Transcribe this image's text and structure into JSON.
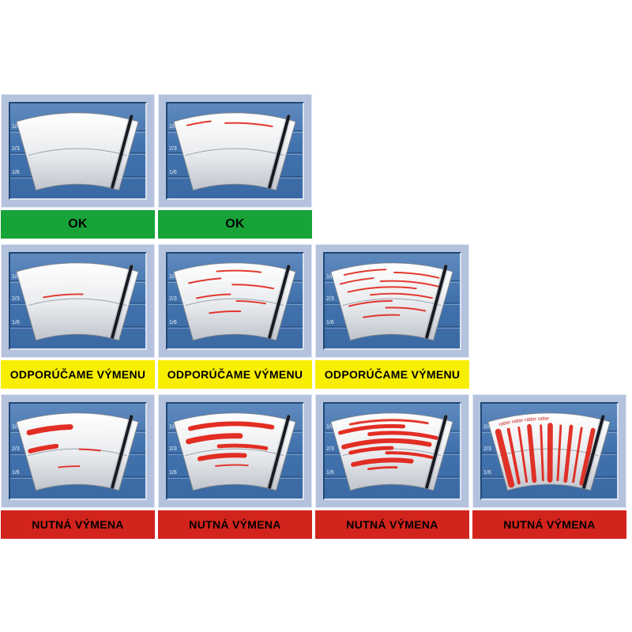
{
  "scale_marks": [
    "1/6",
    "2/3",
    "1/6"
  ],
  "colors": {
    "status_ok_bg": "#17a338",
    "status_warn_bg": "#f8ee00",
    "status_danger_bg": "#d2231c",
    "frame": "#b5c2dd",
    "panel_blue": "#4273ae",
    "streak_red": "#e02318"
  },
  "rows": [
    {
      "status": "ok",
      "cells": [
        {
          "label": "OK",
          "marks": []
        },
        {
          "label": "OK",
          "marks": [
            {
              "type": "arc",
              "y": 0.04,
              "x1": 0.1,
              "x2": 0.3,
              "w": 2
            },
            {
              "type": "arc",
              "y": 0.09,
              "x1": 0.42,
              "x2": 0.82,
              "w": 2
            }
          ]
        }
      ]
    },
    {
      "status": "warn",
      "cells": [
        {
          "label": "ODPORÚČAME VÝMENU",
          "marks": [
            {
              "type": "arc",
              "y": 0.44,
              "x1": 0.18,
              "x2": 0.55,
              "w": 2
            }
          ]
        },
        {
          "label": "ODPORÚČAME VÝMENU",
          "marks": [
            {
              "type": "arc",
              "y": 0.05,
              "x1": 0.35,
              "x2": 0.72,
              "w": 2
            },
            {
              "type": "arc",
              "y": 0.17,
              "x1": 0.1,
              "x2": 0.38,
              "w": 2
            },
            {
              "type": "arc",
              "y": 0.28,
              "x1": 0.48,
              "x2": 0.85,
              "w": 2
            },
            {
              "type": "arc",
              "y": 0.44,
              "x1": 0.14,
              "x2": 0.46,
              "w": 2
            },
            {
              "type": "arc",
              "y": 0.55,
              "x1": 0.52,
              "x2": 0.8,
              "w": 2
            },
            {
              "type": "arc",
              "y": 0.72,
              "x1": 0.24,
              "x2": 0.56,
              "w": 2
            }
          ]
        },
        {
          "label": "ODPORÚČAME VÝMENU",
          "marks": [
            {
              "type": "arc",
              "y": 0.03,
              "x1": 0.1,
              "x2": 0.45,
              "w": 2
            },
            {
              "type": "arc",
              "y": 0.08,
              "x1": 0.52,
              "x2": 0.9,
              "w": 2
            },
            {
              "type": "arc",
              "y": 0.16,
              "x1": 0.05,
              "x2": 0.34,
              "w": 2
            },
            {
              "type": "arc",
              "y": 0.22,
              "x1": 0.4,
              "x2": 0.93,
              "w": 2
            },
            {
              "type": "arc",
              "y": 0.32,
              "x1": 0.1,
              "x2": 0.72,
              "w": 2
            },
            {
              "type": "arc",
              "y": 0.43,
              "x1": 0.3,
              "x2": 0.88,
              "w": 2
            },
            {
              "type": "arc",
              "y": 0.55,
              "x1": 0.08,
              "x2": 0.5,
              "w": 2
            },
            {
              "type": "arc",
              "y": 0.66,
              "x1": 0.44,
              "x2": 0.84,
              "w": 2
            },
            {
              "type": "arc",
              "y": 0.78,
              "x1": 0.2,
              "x2": 0.58,
              "w": 2
            }
          ]
        }
      ]
    },
    {
      "status": "danger",
      "cells": [
        {
          "label": "NUTNÁ VÝMENA",
          "marks": [
            {
              "type": "smear",
              "y": 0.15,
              "x1": 0.08,
              "x2": 0.44,
              "w": 7
            },
            {
              "type": "smear",
              "y": 0.45,
              "x1": 0.05,
              "x2": 0.3,
              "w": 6
            },
            {
              "type": "arc",
              "y": 0.52,
              "x1": 0.52,
              "x2": 0.72,
              "w": 2
            },
            {
              "type": "arc",
              "y": 0.8,
              "x1": 0.3,
              "x2": 0.52,
              "w": 2
            }
          ]
        },
        {
          "label": "NUTNÁ VÝMENA",
          "marks": [
            {
              "type": "smear",
              "y": 0.1,
              "x1": 0.12,
              "x2": 0.82,
              "w": 6
            },
            {
              "type": "smear",
              "y": 0.3,
              "x1": 0.08,
              "x2": 0.55,
              "w": 7
            },
            {
              "type": "smear",
              "y": 0.46,
              "x1": 0.35,
              "x2": 0.8,
              "w": 5
            },
            {
              "type": "smear",
              "y": 0.62,
              "x1": 0.15,
              "x2": 0.6,
              "w": 6
            },
            {
              "type": "arc",
              "y": 0.78,
              "x1": 0.3,
              "x2": 0.64,
              "w": 2
            }
          ]
        },
        {
          "label": "NUTNÁ VÝMENA",
          "marks": [
            {
              "type": "arc",
              "y": 0.04,
              "x1": 0.15,
              "x2": 0.8,
              "w": 3
            },
            {
              "type": "smear",
              "y": 0.14,
              "x1": 0.05,
              "x2": 0.6,
              "w": 5
            },
            {
              "type": "smear",
              "y": 0.25,
              "x1": 0.3,
              "x2": 0.9,
              "w": 5
            },
            {
              "type": "smear",
              "y": 0.38,
              "x1": 0.05,
              "x2": 0.85,
              "w": 6
            },
            {
              "type": "smear",
              "y": 0.5,
              "x1": 0.1,
              "x2": 0.5,
              "w": 5
            },
            {
              "type": "smear",
              "y": 0.58,
              "x1": 0.45,
              "x2": 0.9,
              "w": 4
            },
            {
              "type": "smear",
              "y": 0.7,
              "x1": 0.1,
              "x2": 0.7,
              "w": 6
            },
            {
              "type": "arc",
              "y": 0.82,
              "x1": 0.25,
              "x2": 0.55,
              "w": 3
            }
          ]
        },
        {
          "label": "NUTNÁ VÝMENA",
          "top_text": "ratter ratter ratter ratter",
          "marks": [
            {
              "type": "vband",
              "x": 0.06,
              "w": 8
            },
            {
              "type": "vband",
              "x": 0.15,
              "w": 4
            },
            {
              "type": "vband",
              "x": 0.24,
              "w": 3
            },
            {
              "type": "vband",
              "x": 0.33,
              "w": 6
            },
            {
              "type": "vband",
              "x": 0.43,
              "w": 3
            },
            {
              "type": "vband",
              "x": 0.51,
              "w": 7
            },
            {
              "type": "vband",
              "x": 0.6,
              "w": 3
            },
            {
              "type": "vband",
              "x": 0.69,
              "w": 5
            },
            {
              "type": "vband",
              "x": 0.78,
              "w": 3
            },
            {
              "type": "vband",
              "x": 0.88,
              "w": 6
            }
          ]
        }
      ]
    }
  ]
}
